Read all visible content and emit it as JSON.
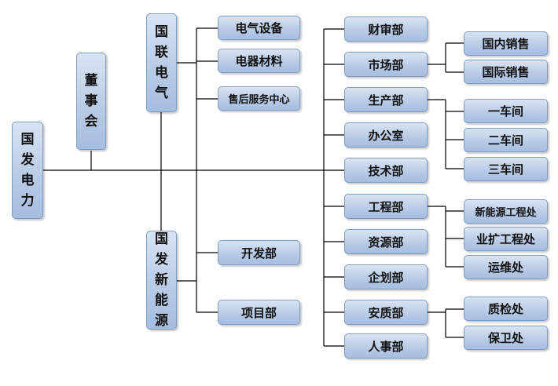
{
  "nodes": {
    "root": "国发电力",
    "board": "董事会",
    "guolian": "国联电气",
    "newenergy": "国发新能源",
    "electrical_equipment": "电气设备",
    "electrical_materials": "电器材料",
    "after_sales": "售后服务中心",
    "development": "开发部",
    "project": "项目部",
    "finance": "财审部",
    "market": "市场部",
    "production": "生产部",
    "office": "办公室",
    "technology": "技术部",
    "engineering": "工程部",
    "resources": "资源部",
    "planning": "企划部",
    "safety_quality": "安质部",
    "hr": "人事部",
    "domestic_sales": "国内销售",
    "intl_sales": "国际销售",
    "workshop_1": "一车间",
    "workshop_2": "二车间",
    "workshop_3": "三车间",
    "new_energy_eng": "新能源工程处",
    "expansion_eng": "业扩工程处",
    "operations": "运维处",
    "quality_inspection": "质检处",
    "security": "保卫处"
  },
  "colors": {
    "box_fill_top": "#d9e4f3",
    "box_fill_bottom": "#a6bde0",
    "box_border": "#7f9cc6",
    "line": "#000000"
  }
}
